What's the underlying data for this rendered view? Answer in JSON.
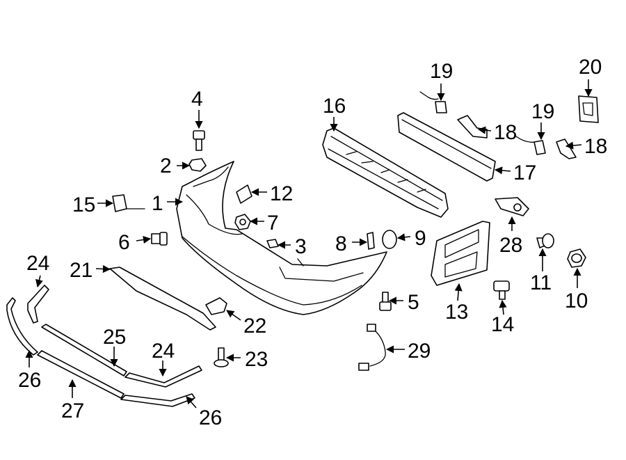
{
  "callouts": {
    "c1": "1",
    "c2": "2",
    "c3": "3",
    "c4": "4",
    "c5": "5",
    "c6": "6",
    "c7": "7",
    "c8": "8",
    "c9": "9",
    "c10": "10",
    "c11": "11",
    "c12": "12",
    "c13": "13",
    "c14": "14",
    "c15": "15",
    "c16": "16",
    "c17": "17",
    "c18a": "18",
    "c18b": "18",
    "c19a": "19",
    "c19b": "19",
    "c20": "20",
    "c21": "21",
    "c22": "22",
    "c23": "23",
    "c24a": "24",
    "c24b": "24",
    "c25": "25",
    "c26a": "26",
    "c26b": "26",
    "c27": "27",
    "c28": "28",
    "c29": "29"
  }
}
